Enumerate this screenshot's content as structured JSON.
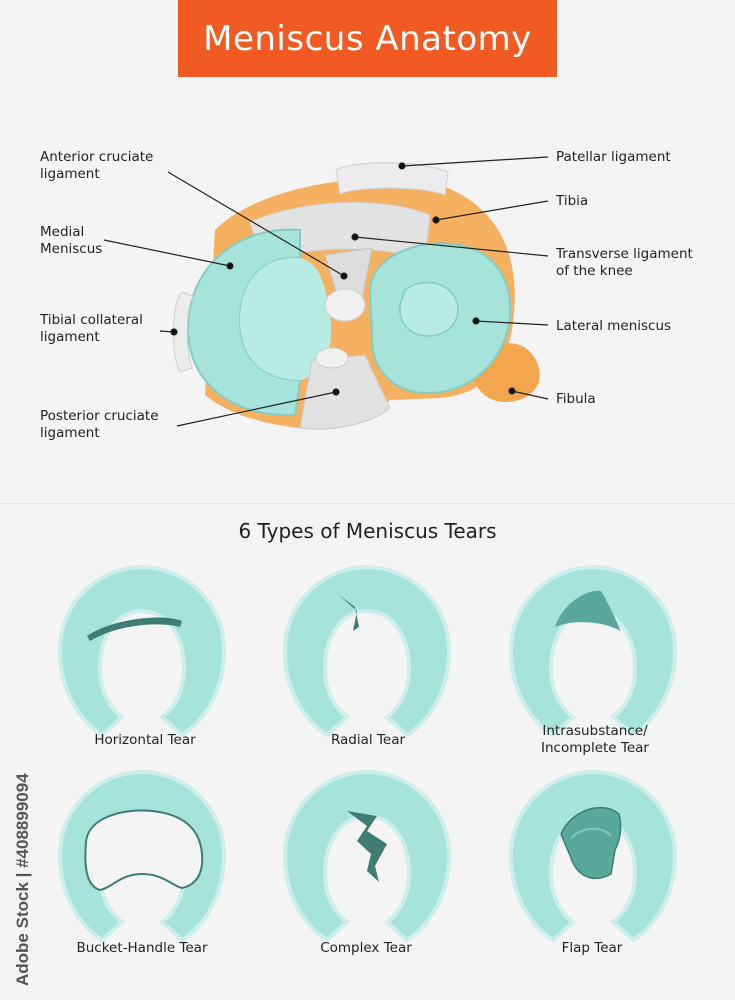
{
  "header": {
    "title": "Meniscus Anatomy",
    "accent": "#f15a22"
  },
  "anatomy": {
    "labels": {
      "acl": [
        "Anterior cruciate",
        "ligament"
      ],
      "medial_meniscus": [
        "Medial",
        "Meniscus"
      ],
      "tibial_collateral": [
        "Tibial collateral",
        "ligament"
      ],
      "pcl": [
        "Posterior cruciate",
        "ligament"
      ],
      "patellar": "Patellar ligament",
      "tibia": "Tibia",
      "transverse": [
        "Transverse ligament",
        "of the knee"
      ],
      "lateral_meniscus": "Lateral meniscus",
      "fibula": "Fibula"
    },
    "colors": {
      "meniscus": "#a5e3db",
      "bone": "#f6b160",
      "ligament": "#e3e3e3"
    }
  },
  "tears": {
    "title": "6 Types of Meniscus Tears",
    "items": [
      {
        "label": "Horizontal Tear"
      },
      {
        "label": "Radial Tear"
      },
      {
        "label": "Intrasubstance/ Incomplete Tear",
        "lines": [
          "Intrasubstance/",
          "Incomplete Tear"
        ]
      },
      {
        "label": "Bucket-Handle Tear"
      },
      {
        "label": "Complex Tear"
      },
      {
        "label": "Flap Tear"
      }
    ]
  },
  "watermark": {
    "side_text": "Adobe Stock | #408899094"
  }
}
